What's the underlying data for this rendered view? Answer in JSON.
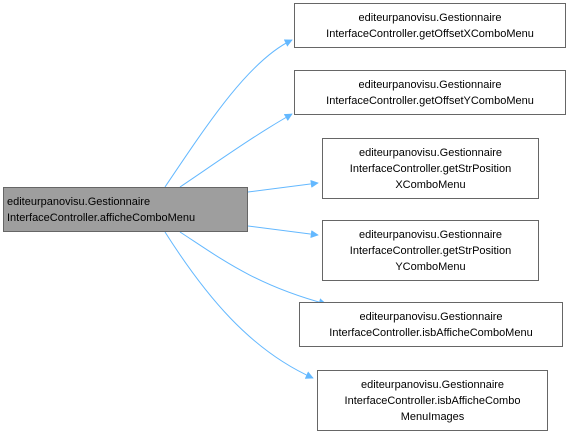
{
  "source": {
    "lines": [
      "editeurpanovisu.Gestionnaire",
      "InterfaceController.afficheComboMenu"
    ]
  },
  "targets": [
    {
      "lines": [
        "editeurpanovisu.Gestionnaire",
        "InterfaceController.getOffsetXComboMenu"
      ]
    },
    {
      "lines": [
        "editeurpanovisu.Gestionnaire",
        "InterfaceController.getOffsetYComboMenu"
      ]
    },
    {
      "lines": [
        "editeurpanovisu.Gestionnaire",
        "InterfaceController.getStrPosition",
        "XComboMenu"
      ]
    },
    {
      "lines": [
        "editeurpanovisu.Gestionnaire",
        "InterfaceController.getStrPosition",
        "YComboMenu"
      ]
    },
    {
      "lines": [
        "editeurpanovisu.Gestionnaire",
        "InterfaceController.isbAfficheComboMenu"
      ]
    },
    {
      "lines": [
        "editeurpanovisu.Gestionnaire",
        "InterfaceController.isbAfficheCombo",
        "MenuImages"
      ]
    }
  ],
  "colors": {
    "edge": "#63b8ff",
    "source_fill": "#9e9e9e",
    "node_border": "#666666"
  }
}
